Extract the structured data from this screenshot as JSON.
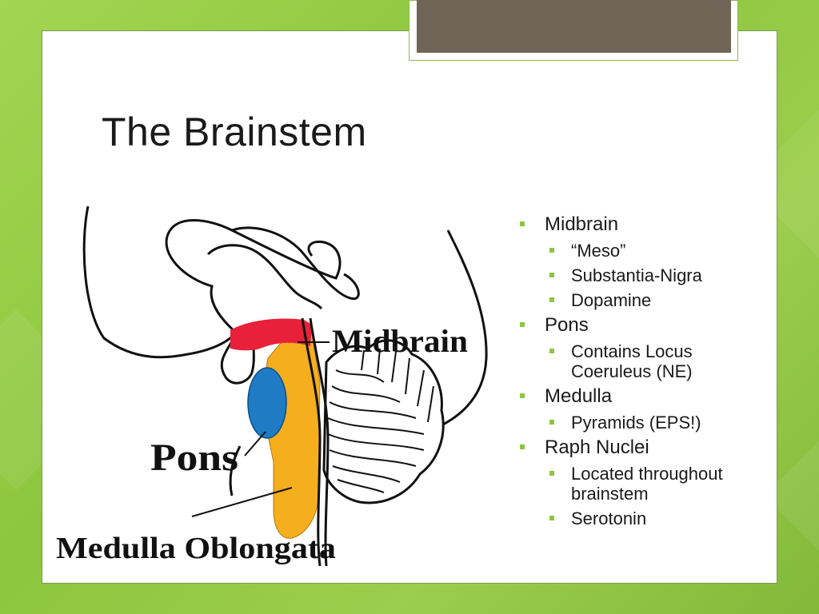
{
  "slide": {
    "title": "The Brainstem",
    "accent_color": "#8cc63e",
    "tab_color": "#706456"
  },
  "diagram": {
    "labels": {
      "midbrain": "Midbrain",
      "pons": "Pons",
      "medulla": "Medulla Oblongata"
    },
    "colors": {
      "midbrain": "#e8203a",
      "pons": "#1e7bc4",
      "medulla": "#f5ae1e"
    }
  },
  "bullets": [
    {
      "text": "Midbrain",
      "children": [
        "“Meso”",
        "Substantia-Nigra",
        "Dopamine"
      ]
    },
    {
      "text": "Pons",
      "children": [
        "Contains Locus Coeruleus (NE)"
      ]
    },
    {
      "text": "Medulla",
      "children": [
        "Pyramids (EPS!)"
      ]
    },
    {
      "text": "Raph Nuclei",
      "children": [
        "Located throughout brainstem",
        "Serotonin"
      ]
    }
  ]
}
